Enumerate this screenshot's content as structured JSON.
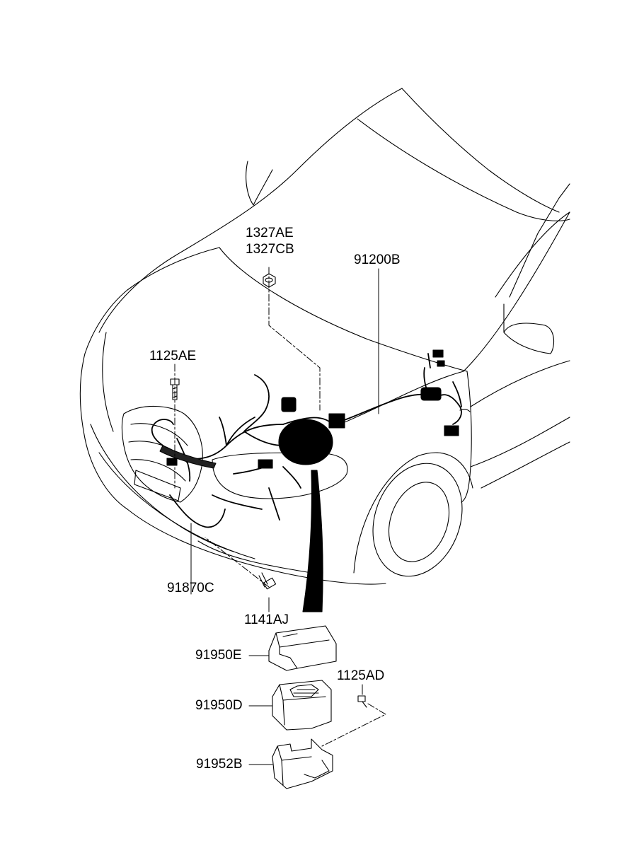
{
  "diagram": {
    "part_labels": {
      "p1327AE": "1327AE",
      "p1327CB": "1327CB",
      "p91200B": "91200B",
      "p1125AE": "1125AE",
      "p91870C": "91870C",
      "p1141AJ": "1141AJ",
      "p91950E": "91950E",
      "p1125AD": "1125AD",
      "p91950D": "91950D",
      "p91952B": "91952B"
    }
  }
}
